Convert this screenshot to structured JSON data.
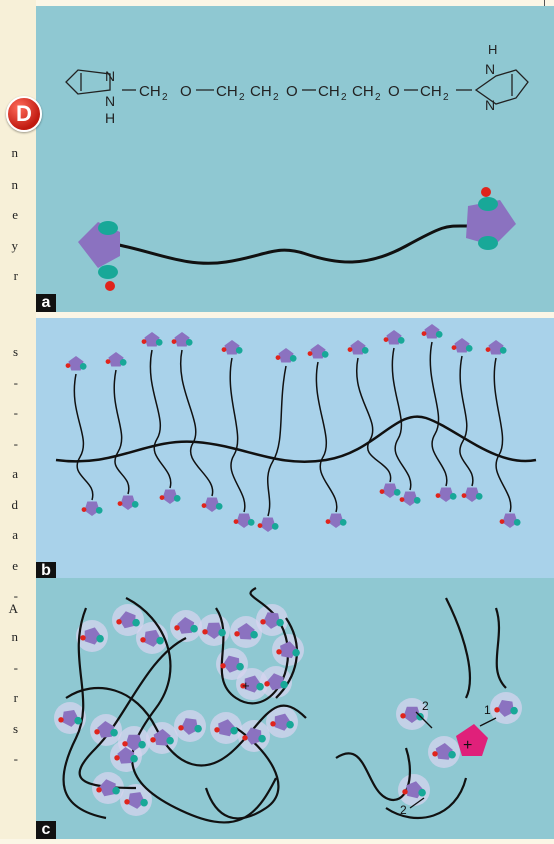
{
  "badge": {
    "letter": "D"
  },
  "left_strip": [
    "n",
    "n",
    "e",
    "y",
    "r",
    "s",
    "-",
    "-",
    "-",
    "a",
    "d",
    "a",
    "e",
    "-",
    "A",
    "n",
    "-",
    "r",
    "s",
    "-"
  ],
  "panel_a": {
    "label": "a",
    "formula": {
      "left_ring": {
        "n": "N",
        "nh": "N",
        "h": "H"
      },
      "chain": [
        "CH",
        "2",
        "O",
        "CH",
        "2",
        "CH",
        "2",
        "O",
        "CH",
        "2",
        "CH",
        "2",
        "O",
        "CH",
        "2"
      ],
      "right_ring": {
        "h": "H",
        "nh": "N",
        "n": "N"
      }
    }
  },
  "panel_b": {
    "label": "b"
  },
  "panel_c": {
    "label": "c",
    "plus": "+",
    "arrow1": "1",
    "arrow2a": "2",
    "arrow2b": "2"
  },
  "colors": {
    "pentagon": "#8b72c0",
    "teal": "#18a898",
    "red": "#e0241c",
    "magenta": "#e0207a",
    "glow": "#d8d4f0"
  }
}
